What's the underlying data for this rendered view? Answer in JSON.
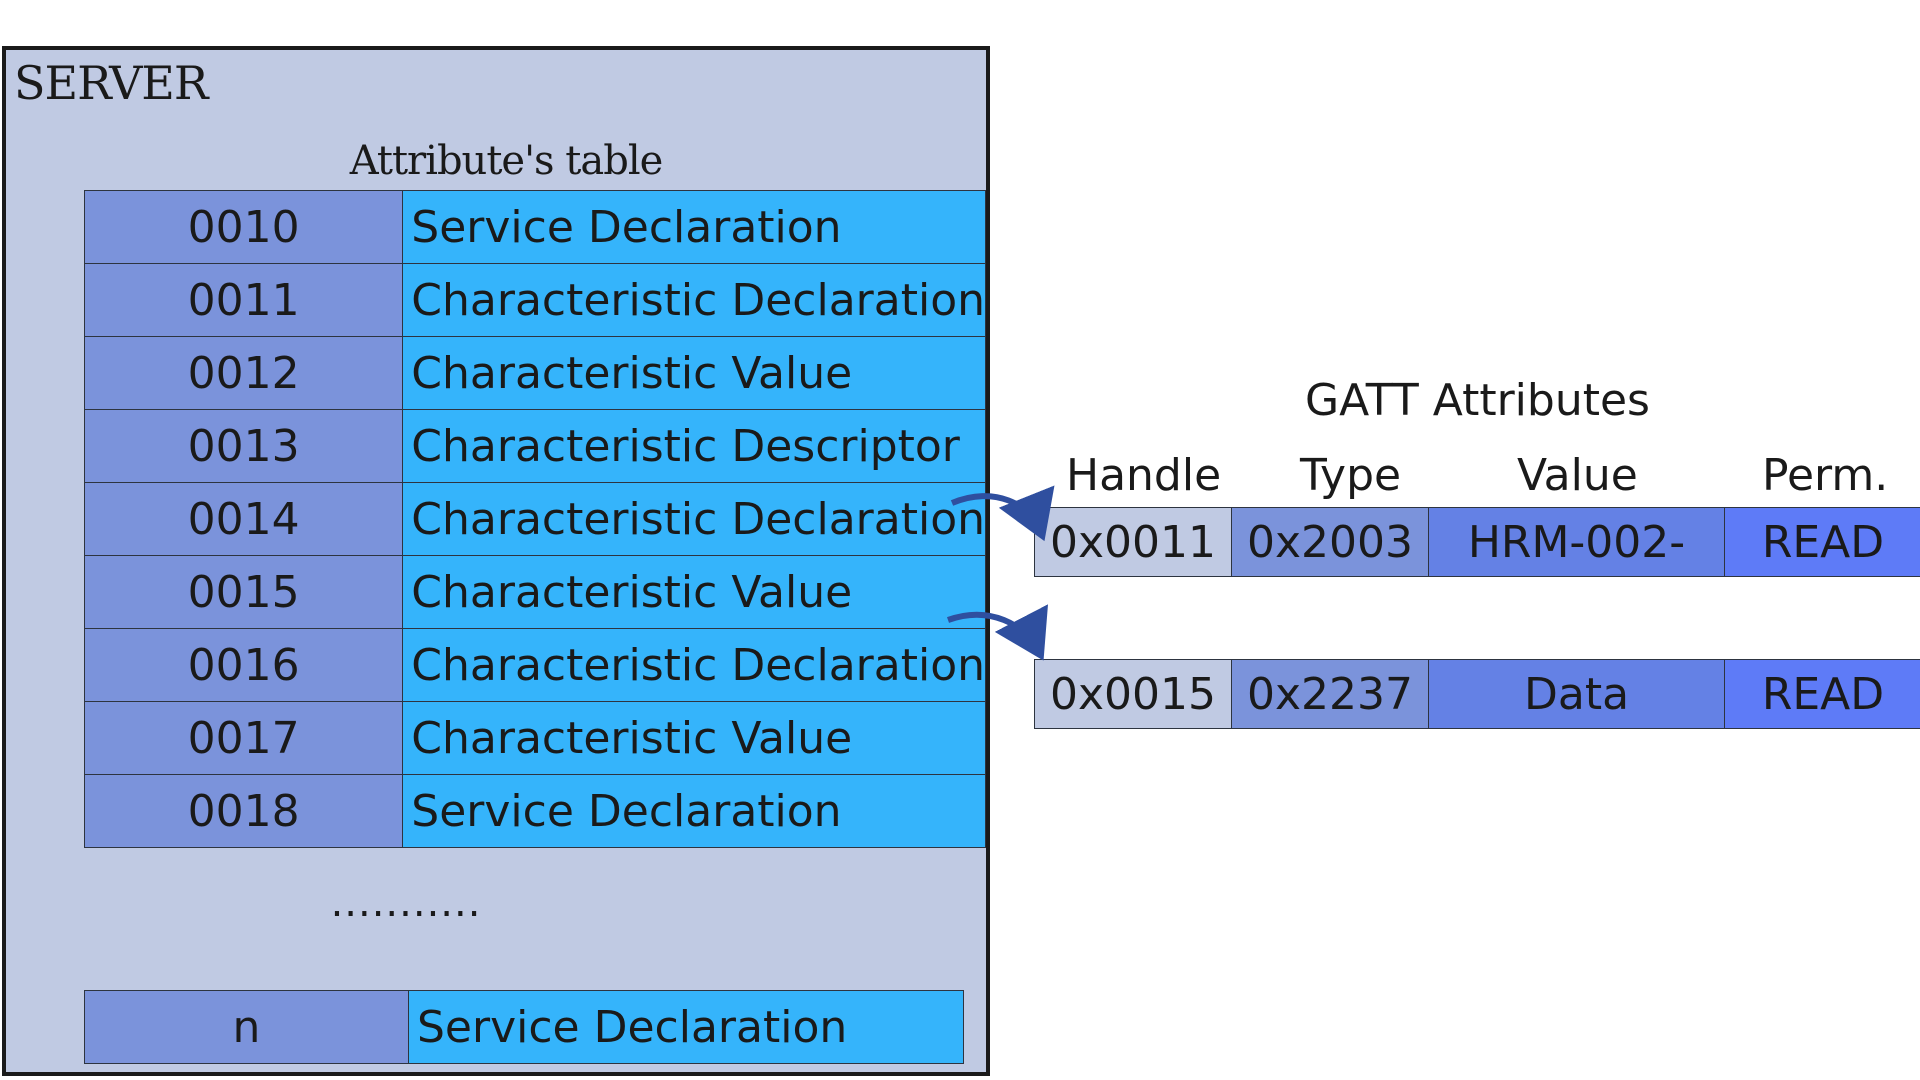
{
  "server": {
    "title": "SERVER",
    "table_title": "Attribute's table",
    "rows": [
      {
        "handle": "0010",
        "type": "Service Declaration"
      },
      {
        "handle": "0011",
        "type": "Characteristic Declaration"
      },
      {
        "handle": "0012",
        "type": "Characteristic Value"
      },
      {
        "handle": "0013",
        "type": "Characteristic Descriptor"
      },
      {
        "handle": "0014",
        "type": "Characteristic Declaration"
      },
      {
        "handle": "0015",
        "type": "Characteristic Value"
      },
      {
        "handle": "0016",
        "type": "Characteristic Declaration"
      },
      {
        "handle": "0017",
        "type": "Characteristic Value"
      },
      {
        "handle": "0018",
        "type": "Service Declaration"
      }
    ],
    "ellipsis": "...........",
    "last_row": {
      "handle": "n",
      "type": "Service Declaration"
    }
  },
  "gatt": {
    "title": "GATT Attributes",
    "headers": {
      "handle": "Handle",
      "type": "Type",
      "value": "Value",
      "perm": "Perm."
    },
    "rows": [
      {
        "handle": "0x0011",
        "type": "0x2003",
        "value": "HRM-002-",
        "perm": "READ"
      },
      {
        "handle": "0x0015",
        "type": "0x2237",
        "value": "Data",
        "perm": "READ"
      }
    ]
  },
  "colors": {
    "server_bg": "#c0cae3",
    "handle_cell": "#7b93db",
    "type_cell": "#35b4fb",
    "arrow": "#2f4f9f"
  }
}
